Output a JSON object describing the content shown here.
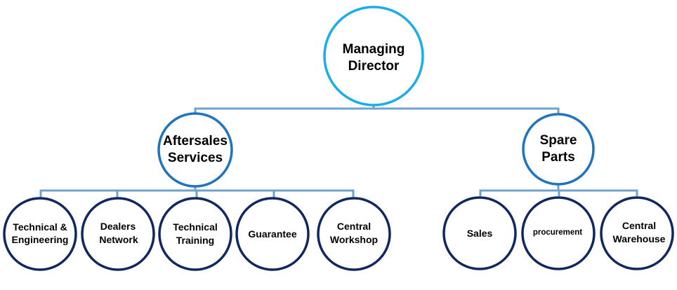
{
  "root": {
    "lines": [
      "Managing",
      "Director"
    ]
  },
  "branches": [
    {
      "lines": [
        "Aftersales",
        "Services"
      ],
      "children": [
        {
          "lines": [
            "Technical &",
            "Engineering"
          ]
        },
        {
          "lines": [
            "Dealers",
            "Network"
          ]
        },
        {
          "lines": [
            "Technical",
            "Training"
          ]
        },
        {
          "lines": [
            "Guarantee"
          ]
        },
        {
          "lines": [
            "Central",
            "Workshop"
          ]
        }
      ]
    },
    {
      "lines": [
        "Spare",
        "Parts"
      ],
      "children": [
        {
          "lines": [
            "Sales"
          ]
        },
        {
          "lines": [
            "procurement"
          ]
        },
        {
          "lines": [
            "Central",
            "Warehouse"
          ]
        }
      ]
    }
  ],
  "colors": {
    "root_border": "#19aee8",
    "branch_border": "#1f73bf",
    "leaf_border": "#10285f",
    "connector": "#6fa3cf"
  }
}
